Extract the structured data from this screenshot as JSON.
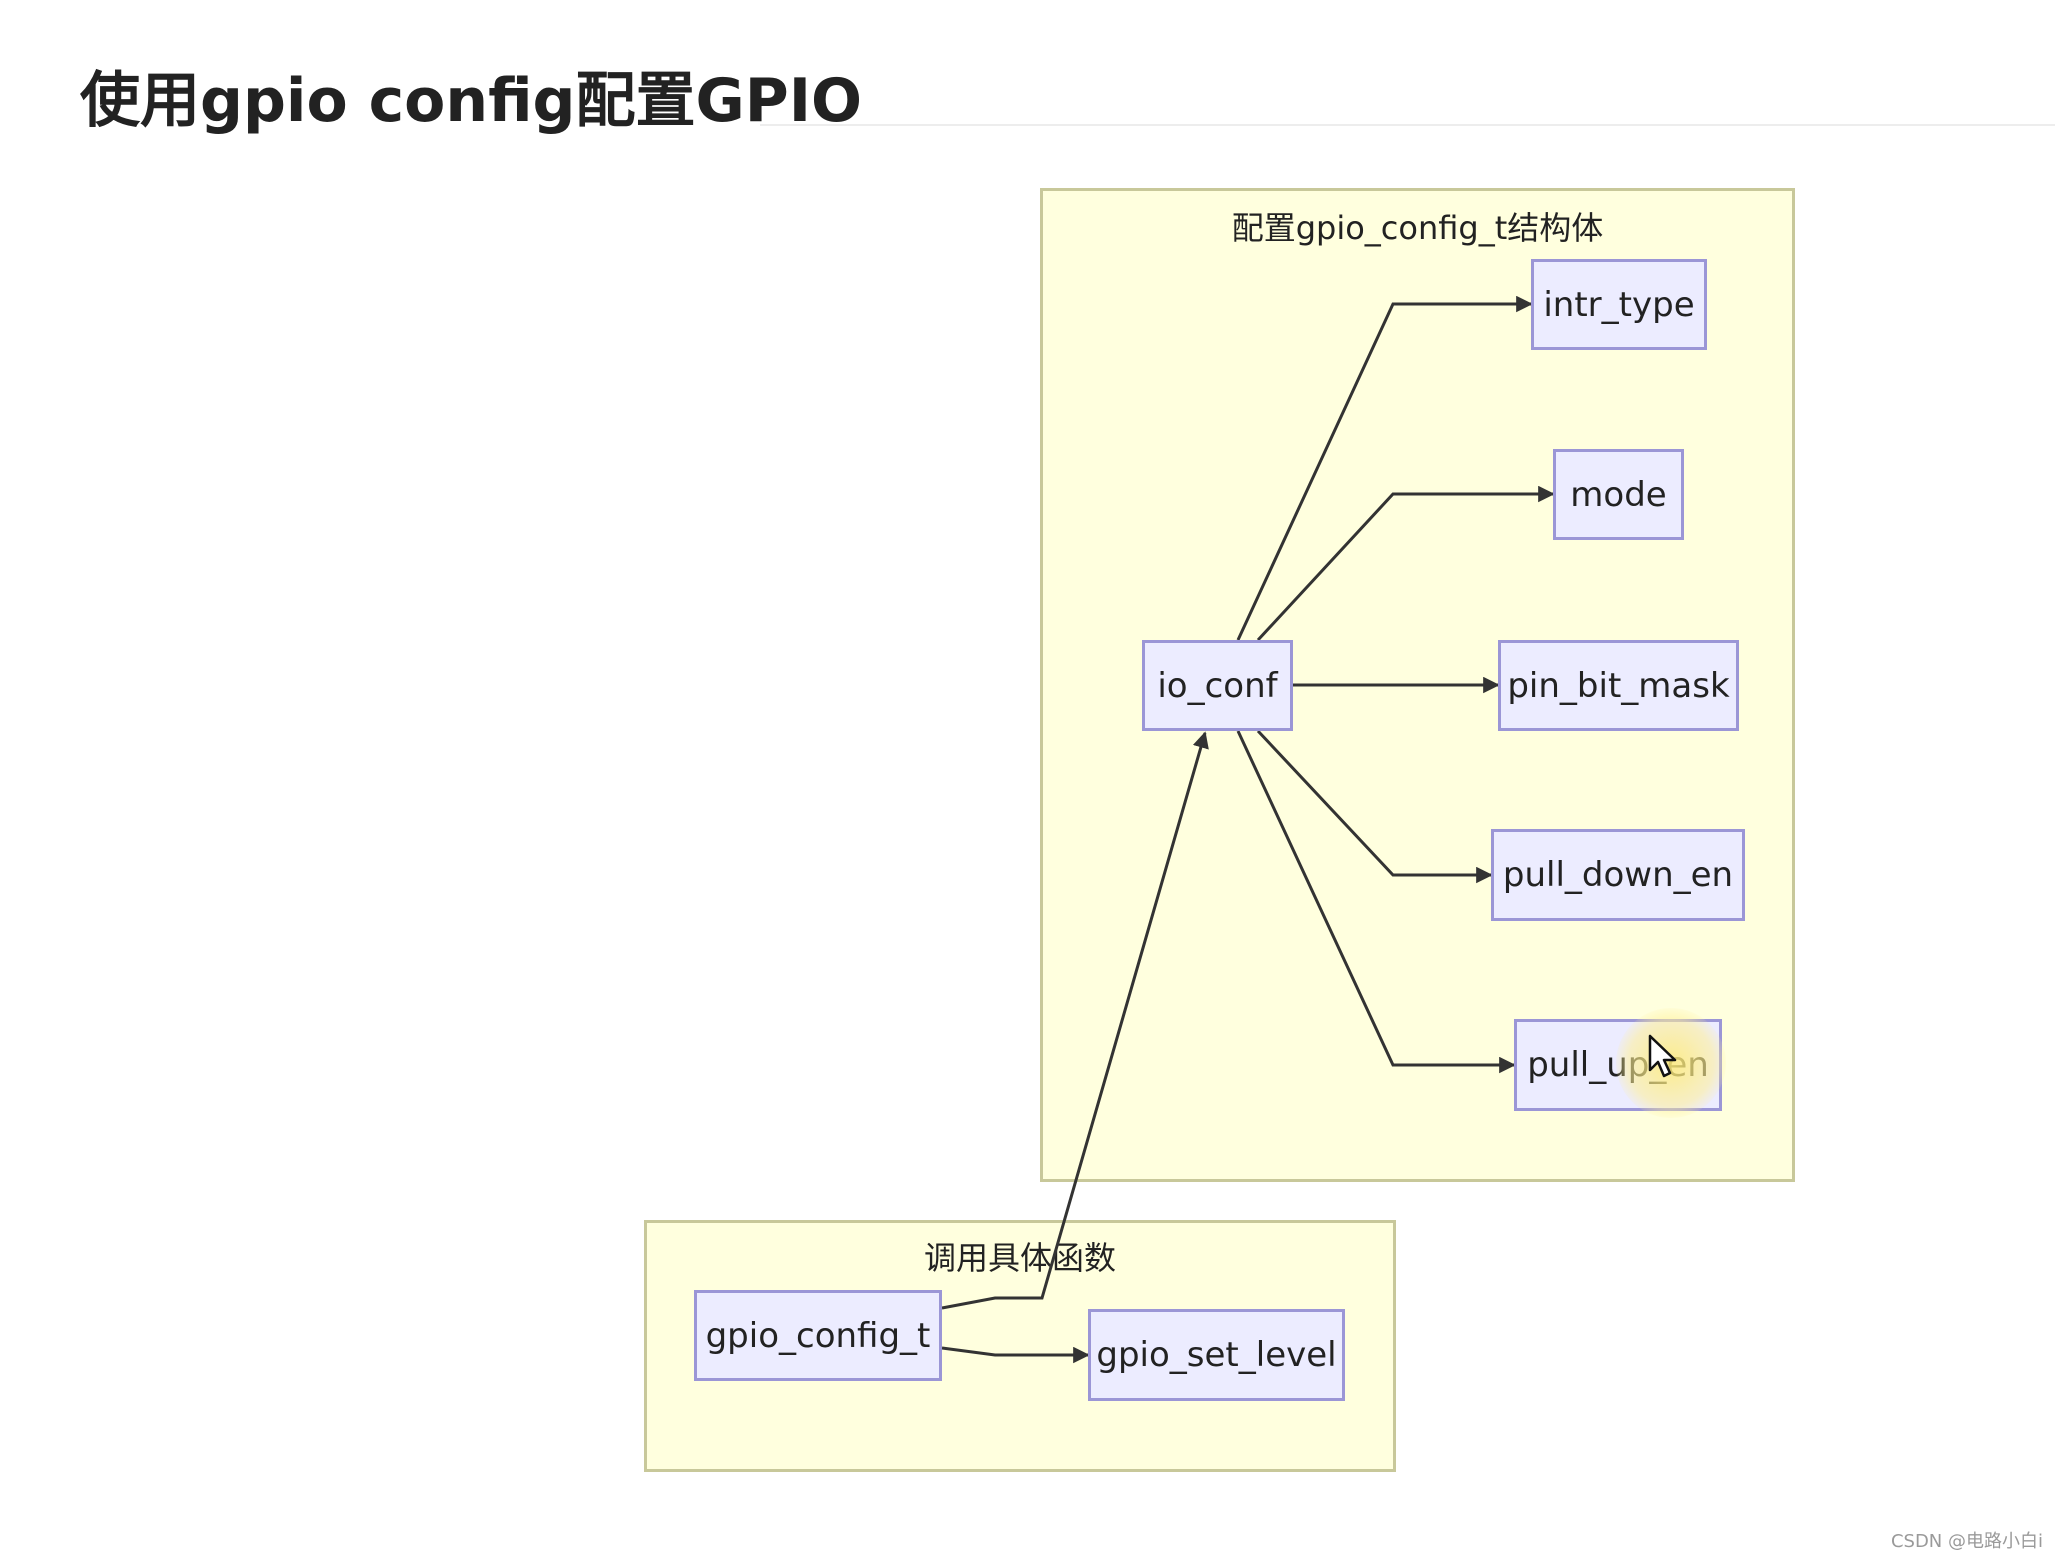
{
  "page": {
    "title": "使用gpio config配置GPIO"
  },
  "diagram": {
    "clusters": {
      "struct": {
        "label": "配置gpio_config_t结构体"
      },
      "call": {
        "label": "调用具体函数"
      }
    },
    "nodes": {
      "intr_type": "intr_type",
      "mode": "mode",
      "io_conf": "io_conf",
      "pin_bit_mask": "pin_bit_mask",
      "pull_down_en": "pull_down_en",
      "pull_up_en": "pull_up_en",
      "gpio_config_t": "gpio_config_t",
      "gpio_set_level": "gpio_set_level"
    },
    "edges": [
      [
        "gpio_config_t",
        "io_conf"
      ],
      [
        "gpio_config_t",
        "gpio_set_level"
      ],
      [
        "io_conf",
        "intr_type"
      ],
      [
        "io_conf",
        "mode"
      ],
      [
        "io_conf",
        "pin_bit_mask"
      ],
      [
        "io_conf",
        "pull_down_en"
      ],
      [
        "io_conf",
        "pull_up_en"
      ]
    ]
  },
  "watermark": "CSDN @电路小白i"
}
